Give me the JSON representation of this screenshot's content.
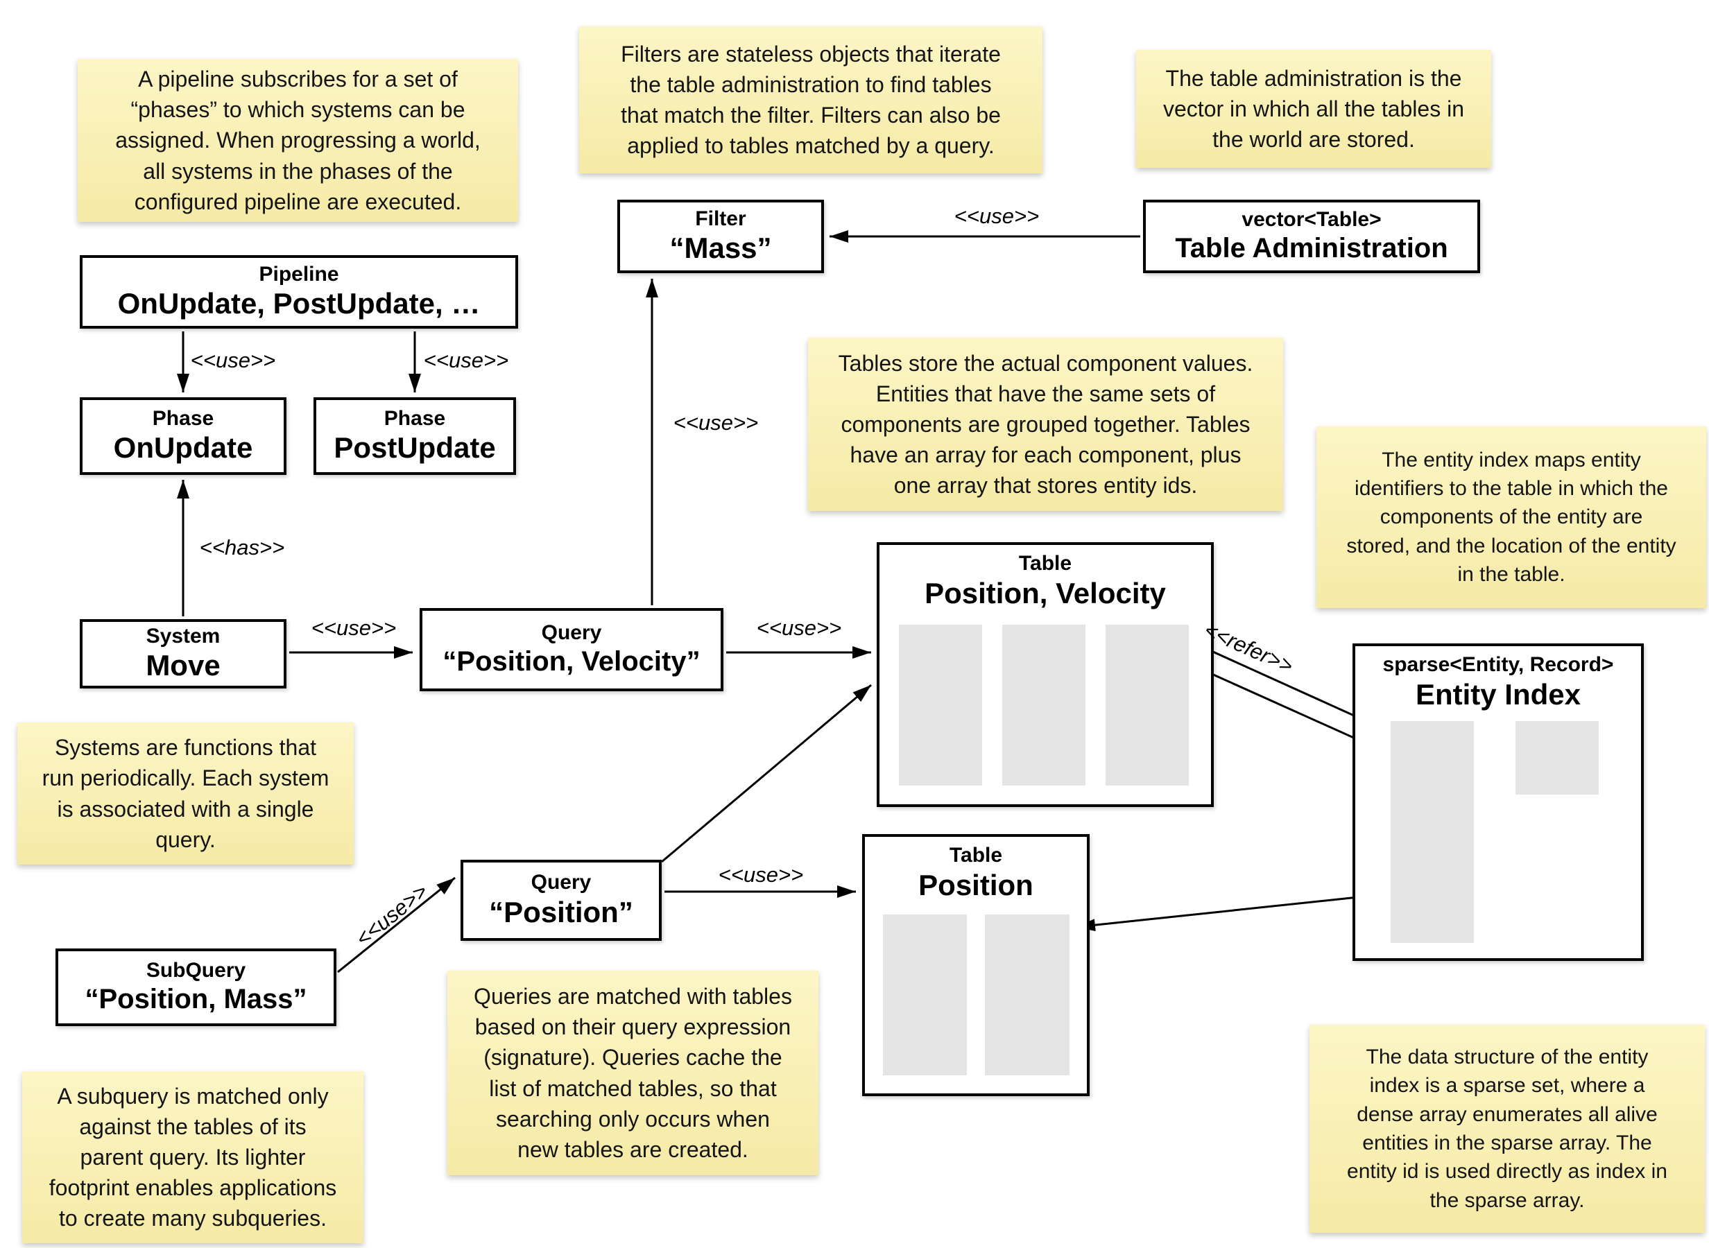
{
  "colors": {
    "background": "#FFFFFF",
    "note_bg_top": "#FCF6C6",
    "note_bg_bottom": "#F5EAA6",
    "box_border": "#000000",
    "array_bar_fill": "#E4E4E4",
    "text": "#141414"
  },
  "labels": {
    "use": "<<use>>",
    "has": "<<has>>",
    "refer": "<<refer>>"
  },
  "notes": [
    {
      "id": "pipeline",
      "text": "A pipeline subscribes for a set of\n“phases” to which systems can be\nassigned. When progressing a world,\nall systems in the phases of the\nconfigured pipeline are executed."
    },
    {
      "id": "filters",
      "text": "Filters are stateless objects that iterate\nthe table administration to find tables\nthat match the filter. Filters can also be\napplied to tables matched by a query."
    },
    {
      "id": "table-administration",
      "text": "The table administration is the\nvector in which all the tables in\nthe world are stored."
    },
    {
      "id": "tables",
      "text": "Tables store the actual component values.\nEntities that have the same sets of\ncomponents are grouped together. Tables\nhave an array for each component, plus\none array that stores entity ids."
    },
    {
      "id": "entity-index",
      "text": "The entity index maps entity\nidentifiers to the table in which the\ncomponents of the entity are\nstored, and the location of the entity\nin the table."
    },
    {
      "id": "systems",
      "text": "Systems are functions that\nrun periodically. Each system\nis associated with a single\nquery."
    },
    {
      "id": "queries",
      "text": "Queries are matched with tables\nbased on their query expression\n(signature). Queries cache the\nlist of matched tables, so that\nsearching only occurs when\nnew tables are created."
    },
    {
      "id": "subquery",
      "text": "A subquery is matched only\nagainst the tables of its\nparent query. Its lighter\nfootprint enables applications\nto create many subqueries."
    },
    {
      "id": "sparse-set",
      "text": "The data structure of the entity\nindex is a sparse set, where a\ndense array enumerates all alive\nentities in the sparse array. The\nentity id is used directly as index in\nthe sparse array."
    }
  ],
  "boxes": [
    {
      "id": "pipeline",
      "stereotype": "Pipeline",
      "name": "OnUpdate, PostUpdate, …"
    },
    {
      "id": "phase-onupdate",
      "stereotype": "Phase",
      "name": "OnUpdate"
    },
    {
      "id": "phase-postupdate",
      "stereotype": "Phase",
      "name": "PostUpdate"
    },
    {
      "id": "system-move",
      "stereotype": "System",
      "name": "Move"
    },
    {
      "id": "query-pos-vel",
      "stereotype": "Query",
      "name": "“Position, Velocity”"
    },
    {
      "id": "filter-mass",
      "stereotype": "Filter",
      "name": "“Mass”"
    },
    {
      "id": "table-admin",
      "stereotype": "vector<Table>",
      "name": "Table Administration"
    },
    {
      "id": "table-pos-vel",
      "stereotype": "Table",
      "name": "Position, Velocity"
    },
    {
      "id": "table-pos",
      "stereotype": "Table",
      "name": "Position"
    },
    {
      "id": "entity-index",
      "stereotype": "sparse<Entity, Record>",
      "name": "Entity Index"
    },
    {
      "id": "subquery",
      "stereotype": "SubQuery",
      "name": "“Position, Mass”"
    },
    {
      "id": "query-pos",
      "stereotype": "Query",
      "name": "“Position”"
    }
  ]
}
